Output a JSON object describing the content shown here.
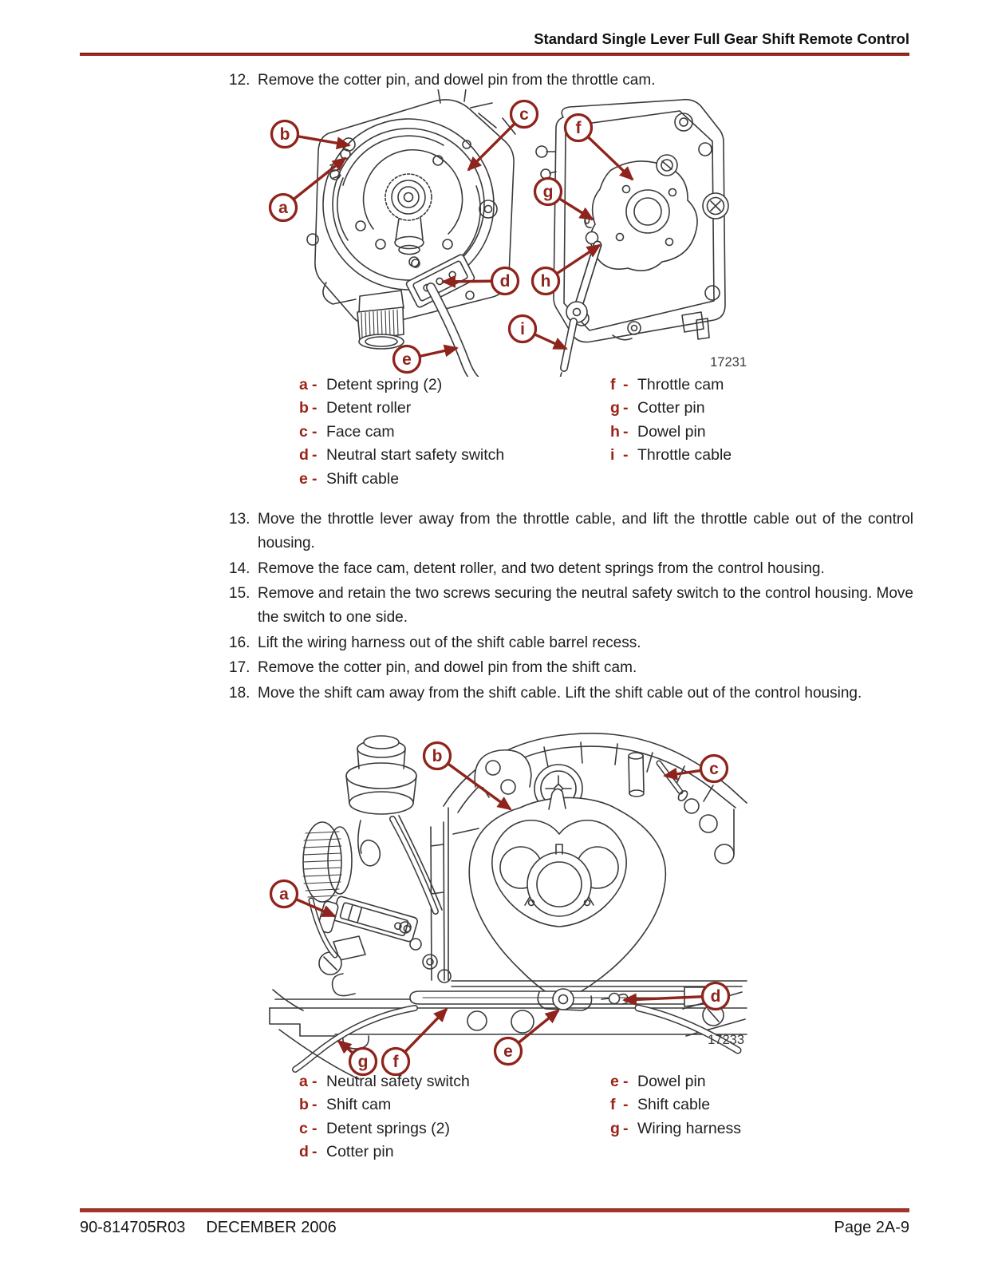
{
  "header": {
    "title": "Standard Single Lever Full Gear Shift Remote Control"
  },
  "steps": {
    "intro": {
      "num": "12.",
      "text": "Remove the cotter pin, and dowel pin from the throttle cam."
    },
    "list": [
      {
        "num": "13.",
        "text": "Move the throttle lever away from the throttle cable, and lift the throttle cable out of the control housing."
      },
      {
        "num": "14.",
        "text": "Remove the face cam, detent roller, and two detent springs from the control housing."
      },
      {
        "num": "15.",
        "text": "Remove and retain the two screws securing the neutral safety switch to the control housing. Move the switch to one side."
      },
      {
        "num": "16.",
        "text": "Lift the wiring harness out of the shift cable barrel recess."
      },
      {
        "num": "17.",
        "text": "Remove the cotter pin, and dowel pin from the shift cam."
      },
      {
        "num": "18.",
        "text": "Move the shift cam away from the shift cable. Lift the shift cable out of the control housing."
      }
    ]
  },
  "figure1": {
    "number": "17231",
    "letters": [
      "a",
      "b",
      "c",
      "d",
      "e",
      "f",
      "g",
      "h",
      "i"
    ]
  },
  "figure2": {
    "number": "17233",
    "letters": [
      "a",
      "b",
      "c",
      "d",
      "e",
      "f",
      "g"
    ]
  },
  "legend1": {
    "sep": "-",
    "left": [
      {
        "letter": "a",
        "label": "Detent spring (2)"
      },
      {
        "letter": "b",
        "label": "Detent roller"
      },
      {
        "letter": "c",
        "label": "Face cam"
      },
      {
        "letter": "d",
        "label": "Neutral start safety switch"
      },
      {
        "letter": "e",
        "label": "Shift cable"
      }
    ],
    "right": [
      {
        "letter": "f",
        "label": "Throttle cam"
      },
      {
        "letter": "g",
        "label": "Cotter pin"
      },
      {
        "letter": "h",
        "label": "Dowel pin"
      },
      {
        "letter": "i",
        "label": "Throttle cable"
      }
    ]
  },
  "legend2": {
    "sep": "-",
    "left": [
      {
        "letter": "a",
        "label": "Neutral safety switch"
      },
      {
        "letter": "b",
        "label": "Shift cam"
      },
      {
        "letter": "c",
        "label": "Detent springs (2)"
      },
      {
        "letter": "d",
        "label": "Cotter pin"
      }
    ],
    "right": [
      {
        "letter": "e",
        "label": "Dowel pin"
      },
      {
        "letter": "f",
        "label": "Shift cable"
      },
      {
        "letter": "g",
        "label": "Wiring harness"
      }
    ]
  },
  "colors": {
    "accent": "#8e241c",
    "rule": "#9e2b22"
  },
  "footer": {
    "doc_number": "90-814705R03",
    "date": "DECEMBER 2006",
    "page": "Page 2A-9"
  }
}
